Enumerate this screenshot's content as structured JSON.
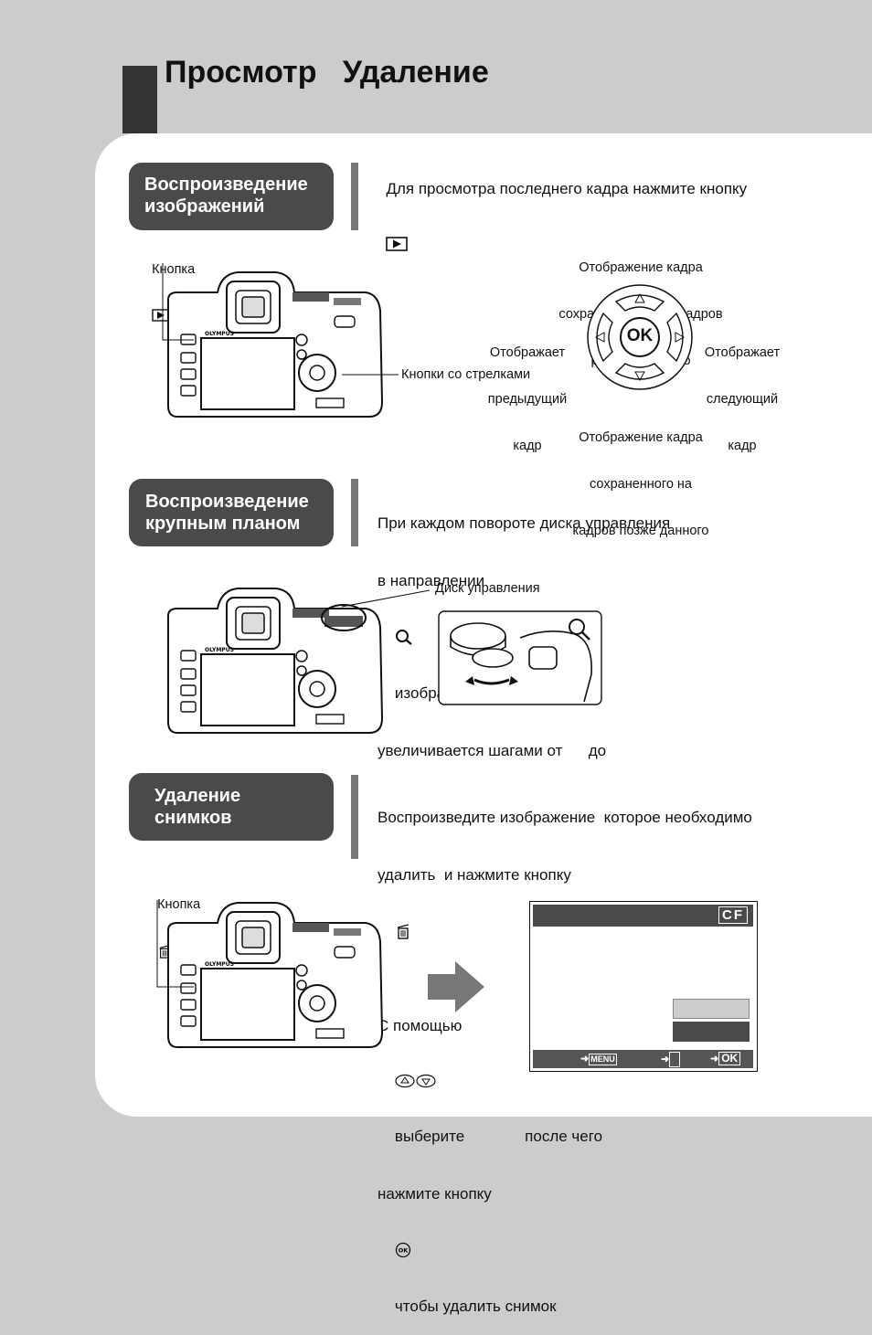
{
  "header": {
    "title": "Просмотр   Удаление"
  },
  "section_playback": {
    "badge": [
      "Воспроизведение",
      "изображений"
    ],
    "instruction": "Для просмотра последнего кадра нажмите кнопку",
    "button_label": "Кнопка",
    "arrows_label": "Кнопки со стрелками",
    "dial_top": [
      "Отображение кадра",
      "сохраненного на     кадров",
      "раньше данного"
    ],
    "dial_left": [
      "Отображает",
      "предыдущий",
      "кадр"
    ],
    "dial_right": [
      "Отображает",
      "следующий",
      "кадр"
    ],
    "dial_bottom": [
      "Отображение кадра",
      "сохраненного на",
      "кадров позже данного"
    ],
    "ok_label": "OK"
  },
  "section_zoom": {
    "badge": [
      "Воспроизведение",
      "крупным планом"
    ],
    "text": [
      "При каждом повороте диска управления",
      "в направлении",
      "изображение постепенно",
      "увеличивается шагами от      до"
    ],
    "dial_label": "Диск управления"
  },
  "section_delete": {
    "badge": [
      "Удаление",
      "снимков"
    ],
    "text": [
      "Воспроизведите изображение  которое необходимо",
      "удалить  и нажмите кнопку",
      "С помощью",
      "выберите",
      "после чего",
      "нажмите кнопку",
      "чтобы удалить снимок"
    ],
    "button_label": "Кнопка",
    "screen": {
      "card": "CF",
      "menu": "MENU",
      "ok": "OK"
    }
  }
}
